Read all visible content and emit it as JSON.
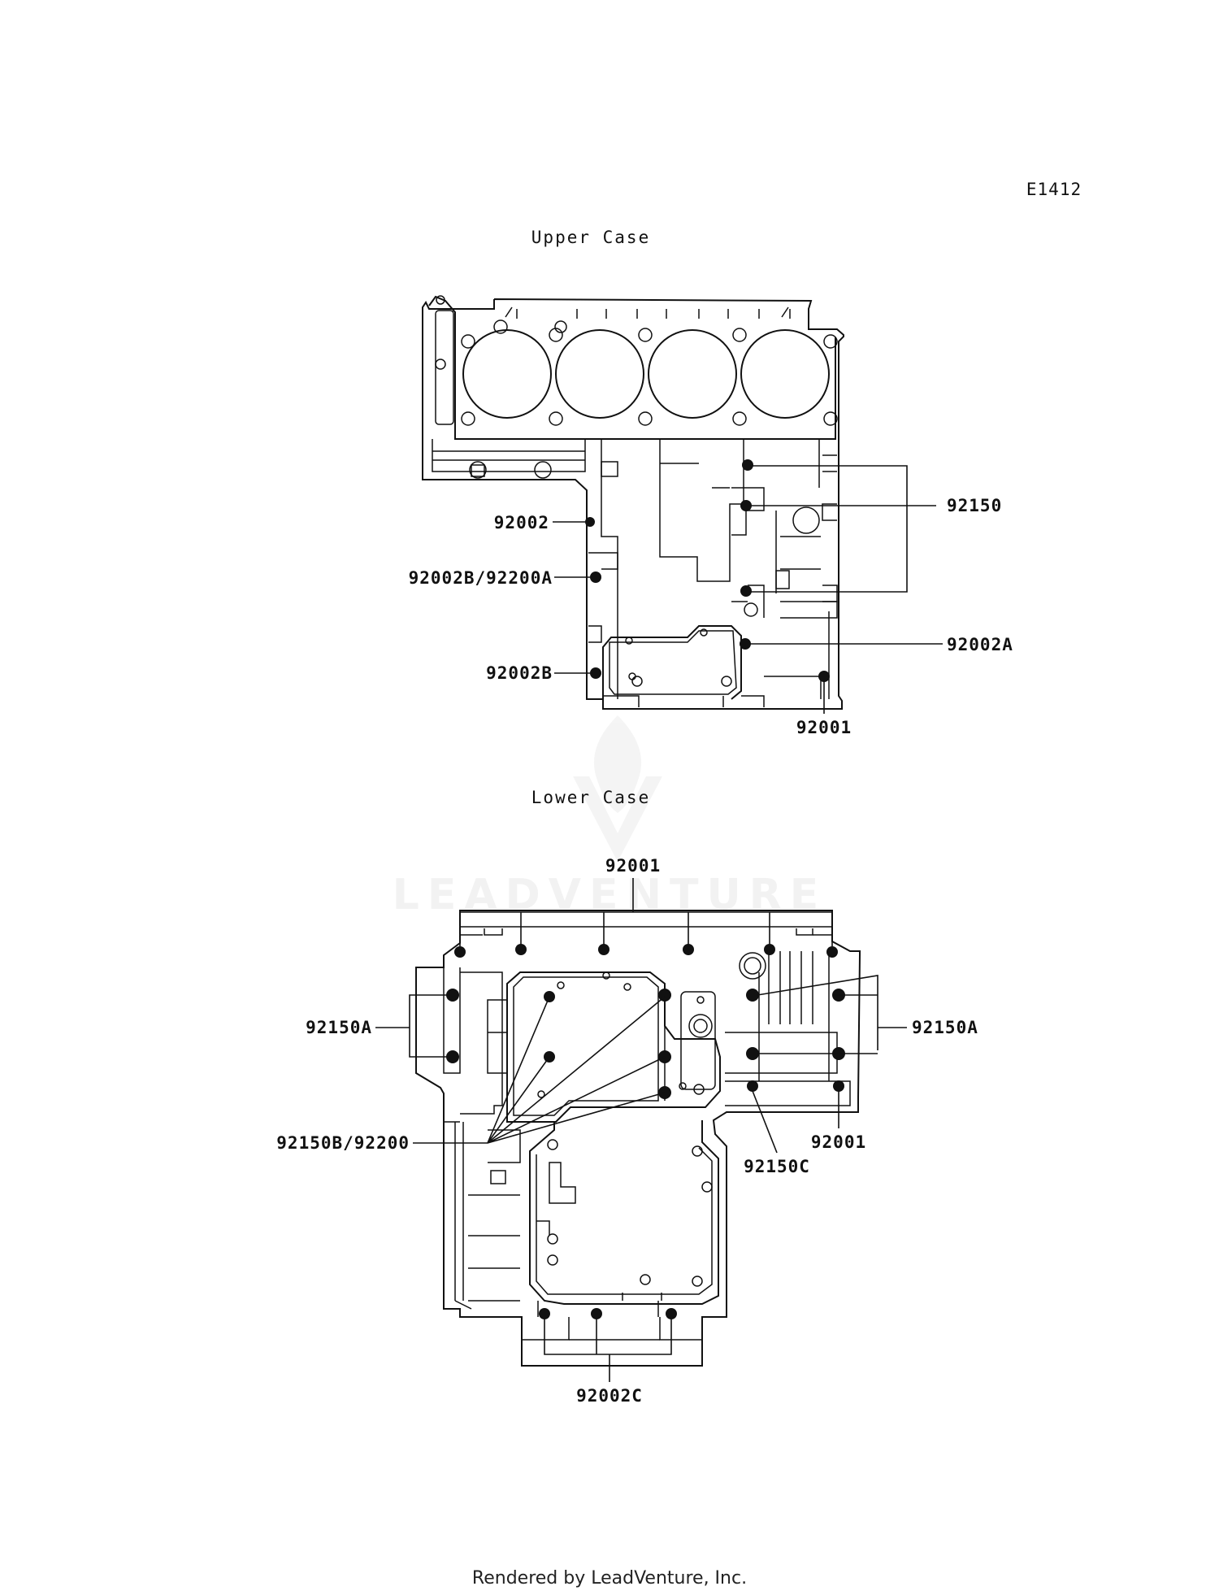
{
  "diagram": {
    "ref_code": "E1412",
    "watermark": "LEADVENTURE",
    "footer": "Rendered by LeadVenture, Inc.",
    "upper_case": {
      "title": "Upper Case",
      "callouts": {
        "c92150": "92150",
        "c92002": "92002",
        "c92002B_92200A": "92002B/92200A",
        "c92002A": "92002A",
        "c92002B": "92002B",
        "c92001": "92001"
      }
    },
    "lower_case": {
      "title": "Lower Case",
      "callouts": {
        "c92001_top": "92001",
        "c92150A_left": "92150A",
        "c92150A_right": "92150A",
        "c92150B_92200": "92150B/92200",
        "c92150C": "92150C",
        "c92001_right": "92001",
        "c92002C": "92002C"
      }
    }
  }
}
